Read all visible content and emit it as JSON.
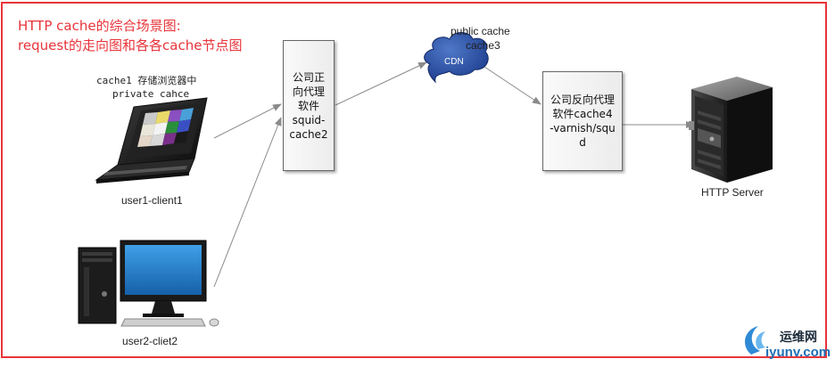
{
  "title": {
    "line1": "HTTP cache的综合场景图:",
    "line2": "request的走向图和各各cache节点图"
  },
  "client1": {
    "cache_line1": "cache1 存储浏览器中",
    "cache_line2": "private cahce",
    "name": "user1-client1"
  },
  "client2": {
    "name": "user2-cliet2"
  },
  "forward_proxy": {
    "lines": [
      "公司正",
      "向代理",
      "软件",
      "squid-",
      "cache2"
    ]
  },
  "cdn": {
    "label": "CDN",
    "caption_line1": "public cache",
    "caption_line2": "cache3"
  },
  "reverse_proxy": {
    "lines": [
      "公司反向代理",
      "软件cache4",
      "-varnish/squ",
      "d"
    ]
  },
  "server": {
    "name": "HTTP Server"
  },
  "watermark": {
    "text1": "运维网",
    "text2": "iyunv.com"
  },
  "colors": {
    "frame": "#e8343a",
    "title": "#e8343a",
    "cdn": "#1f3f8f",
    "arrow": "#8a8a8a"
  }
}
